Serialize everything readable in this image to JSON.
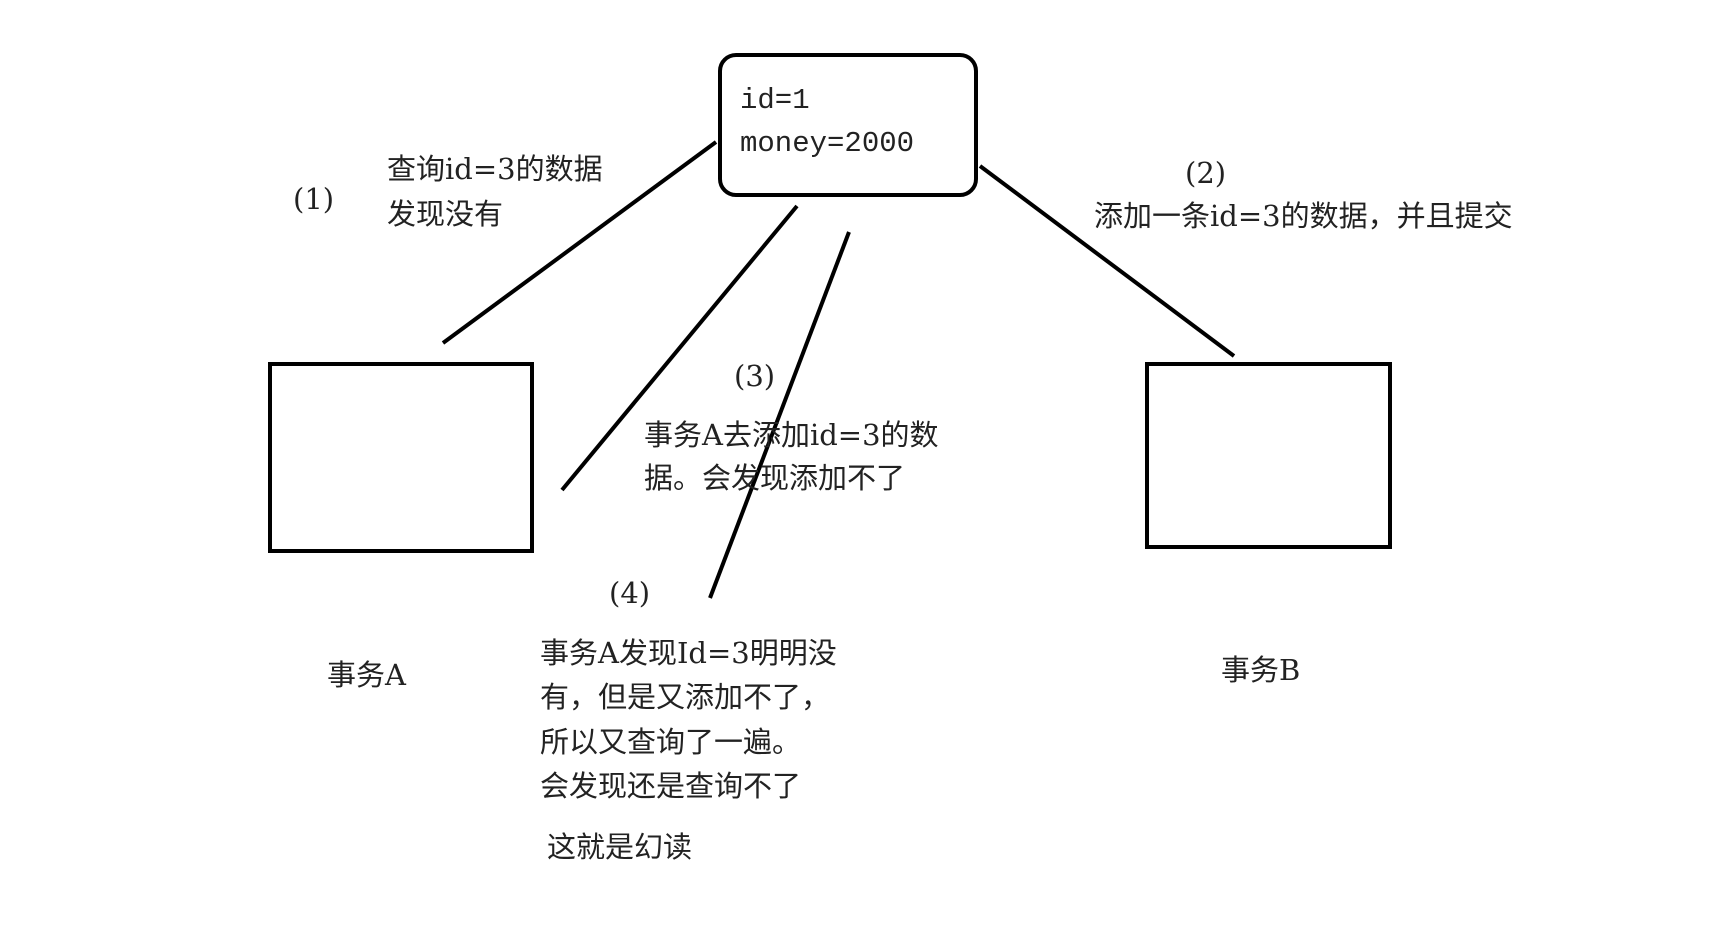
{
  "record": {
    "line1": "id=1",
    "line2": "money=2000"
  },
  "transactions": {
    "a": "事务A",
    "b": "事务B"
  },
  "steps": {
    "s1": {
      "label": "(1)",
      "lines": [
        "查询id=3的数据",
        "发现没有"
      ]
    },
    "s2": {
      "label": "(2)",
      "lines": [
        "添加一条id=3的数据，并且提交"
      ]
    },
    "s3": {
      "label": "(3)",
      "lines": [
        "事务A去添加id=3的数",
        "据。会发现添加不了"
      ]
    },
    "s4": {
      "label": "(4)",
      "lines": [
        "事务A发现Id=3明明没",
        "有，但是又添加不了，",
        "所以又查询了一遍。",
        "会发现还是查询不了"
      ]
    }
  },
  "conclusion": "这就是幻读"
}
